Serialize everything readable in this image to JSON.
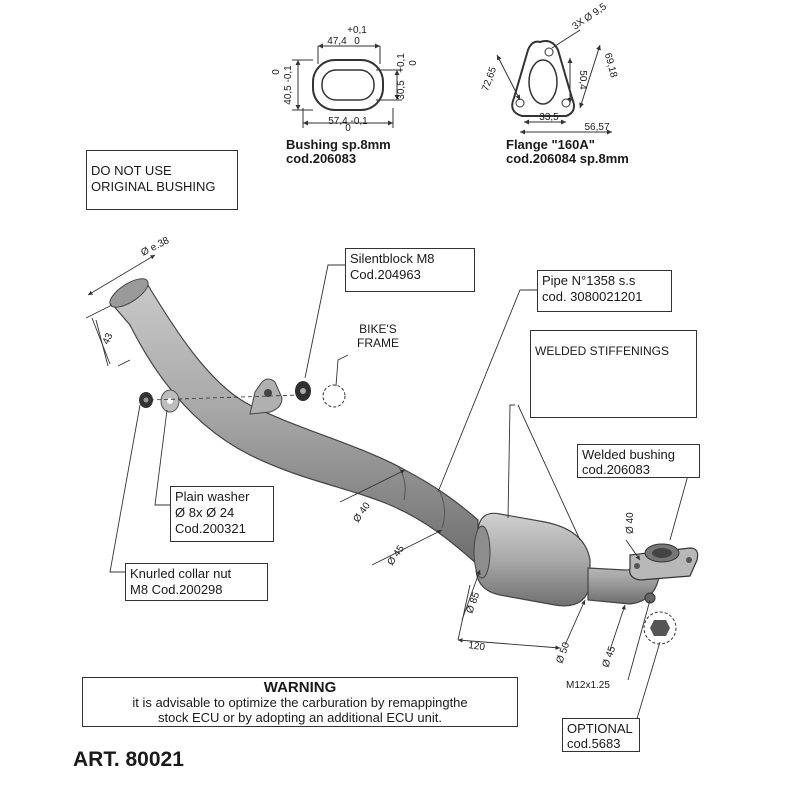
{
  "article": "ART. 80021",
  "bushing": {
    "title": "Bushing sp.8mm",
    "code": "cod.206083",
    "dims": {
      "top_tol": "+0,1",
      "top_zero": "0",
      "top": "47,4",
      "left_zero": "0",
      "left": "40,5 -0,1",
      "right_tol": "+0,1",
      "right_zero": "0",
      "right": "30,5",
      "bottom_zero": "0",
      "bottom": "57,4 -0,1"
    }
  },
  "flange": {
    "title": "Flange \"160A\"",
    "code": "cod.206084 sp.8mm",
    "dims": {
      "holes": "3X",
      "hole_dia": "Ø 9,5",
      "left": "72,65",
      "right": "69,18",
      "mid": "50,4",
      "bottom_inner": "33,5",
      "bottom": "56,57"
    }
  },
  "notes": {
    "do_not_use_line1": "DO NOT USE",
    "do_not_use_line2": "ORIGINAL BUSHING",
    "welded_stiffenings": "WELDED STIFFENINGS",
    "bikes_frame_line1": "BIKE'S",
    "bikes_frame_line2": "FRAME"
  },
  "parts": {
    "silentblock_line1": "Silentblock M8",
    "silentblock_line2": "Cod.204963",
    "pipe_line1": "Pipe N°1358 s.s",
    "pipe_line2": "cod. 3080021201",
    "welded_bushing_line1": "Welded bushing",
    "welded_bushing_line2": "cod.206083",
    "plain_washer_line1": "Plain washer",
    "plain_washer_line2": "Ø 8x Ø 24",
    "plain_washer_line3": "Cod.200321",
    "knurled_nut_line1": "Knurled collar nut",
    "knurled_nut_line2": "M8 Cod.200298",
    "optional_line1": "OPTIONAL",
    "optional_line2": "cod.5683"
  },
  "pipe_dims": {
    "inlet_dia": "Ø e.38",
    "inlet_len": "43",
    "d40_a": "Ø 40",
    "d45_a": "Ø 45",
    "d85": "Ø 85",
    "len120": "120",
    "d50": "Ø 50",
    "d45_b": "Ø 45",
    "d40_b": "Ø 40",
    "thread": "M12x1.25"
  },
  "warning": {
    "title": "WARNING",
    "line1": "it is advisable to optimize the carburation by remappingthe",
    "line2": "stock ECU or by adopting an additional ECU unit."
  }
}
